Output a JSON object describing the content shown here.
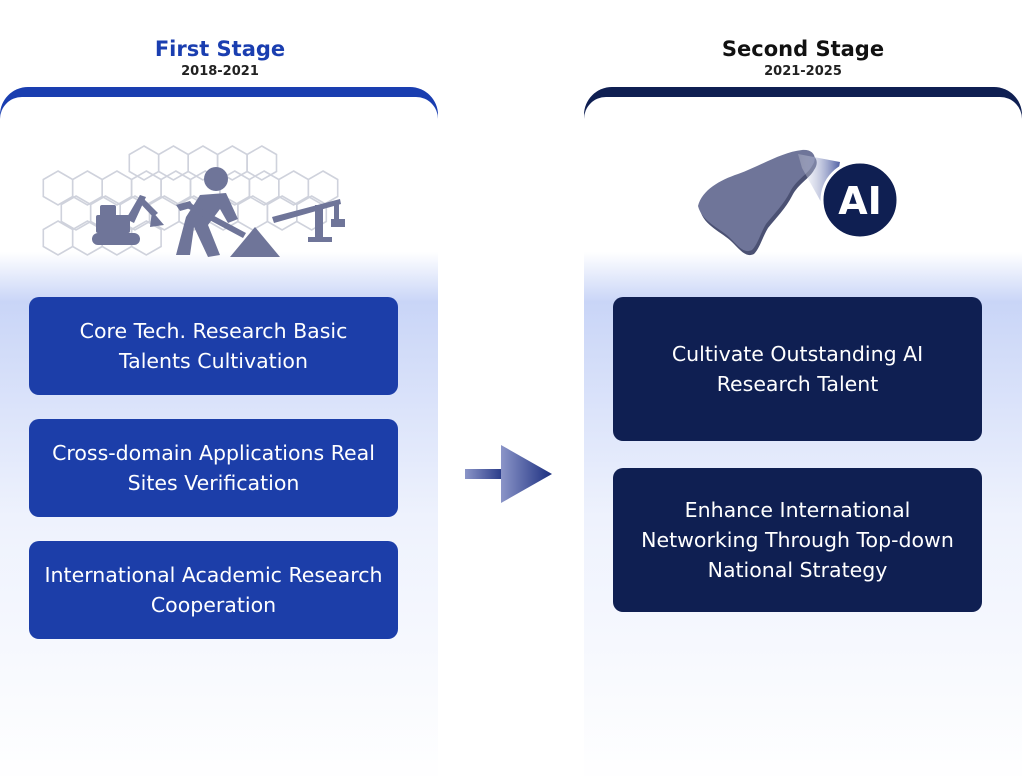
{
  "colors": {
    "stage1_primary": "#1a3eb0",
    "stage1_box": "#1c3ea9",
    "stage2_primary": "#0f1f52",
    "stage2_box": "#0f1f52",
    "illustration": "#6f7599"
  },
  "stage1": {
    "title": "First Stage",
    "years": "2018-2021",
    "items": [
      "Core Tech. Research Basic Talents Cultivation",
      "Cross-domain Applications Real Sites Verification",
      "International Academic Research Cooperation"
    ]
  },
  "stage2": {
    "title": "Second Stage",
    "years": "2021-2025",
    "badge": "AI",
    "items": [
      "Cultivate Outstanding AI Research Talent",
      "Enhance International Networking Through Top-down National Strategy"
    ]
  },
  "icons": {
    "stage1": "construction-worker-icon",
    "stage2": "taiwan-map-ai-icon",
    "transition": "arrow-right-icon"
  }
}
